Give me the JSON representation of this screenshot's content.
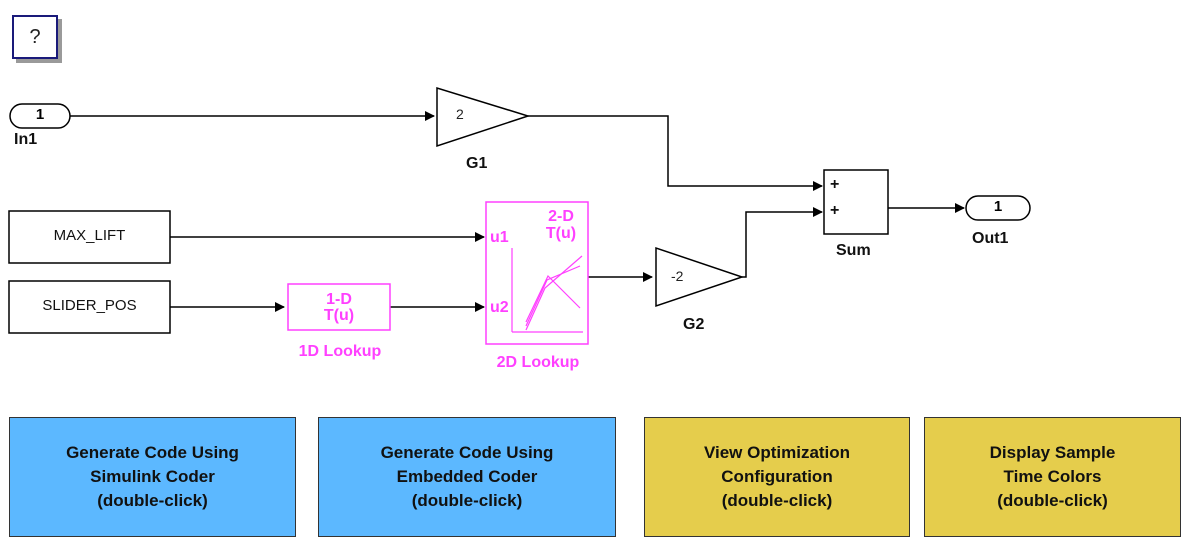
{
  "help": {
    "label": "?"
  },
  "inport": {
    "number": "1",
    "name": "In1"
  },
  "outport": {
    "number": "1",
    "name": "Out1"
  },
  "gain1": {
    "value": "2",
    "name": "G1"
  },
  "gain2": {
    "value": "-2",
    "name": "G2"
  },
  "sum": {
    "name": "Sum",
    "signs": [
      "+",
      "+"
    ]
  },
  "constants": {
    "max_lift": "MAX_LIFT",
    "slider_pos": "SLIDER_POS"
  },
  "lookup1d": {
    "title_line1": "1-D",
    "title_line2": "T(u)",
    "name": "1D Lookup"
  },
  "lookup2d": {
    "title_line1": "2-D",
    "title_line2": "T(u)",
    "port1": "u1",
    "port2": "u2",
    "name": "2D Lookup"
  },
  "buttons": [
    {
      "label": "Generate Code Using\nSimulink Coder\n(double-click)",
      "color": "#5cb8ff"
    },
    {
      "label": "Generate Code Using\nEmbedded Coder\n(double-click)",
      "color": "#5cb8ff"
    },
    {
      "label": "View Optimization\nConfiguration\n(double-click)",
      "color": "#e5cd4c"
    },
    {
      "label": "Display Sample\nTime Colors\n(double-click)",
      "color": "#e5cd4c"
    }
  ],
  "colors": {
    "lookup_accent": "#ff40ff",
    "line": "#000000"
  }
}
